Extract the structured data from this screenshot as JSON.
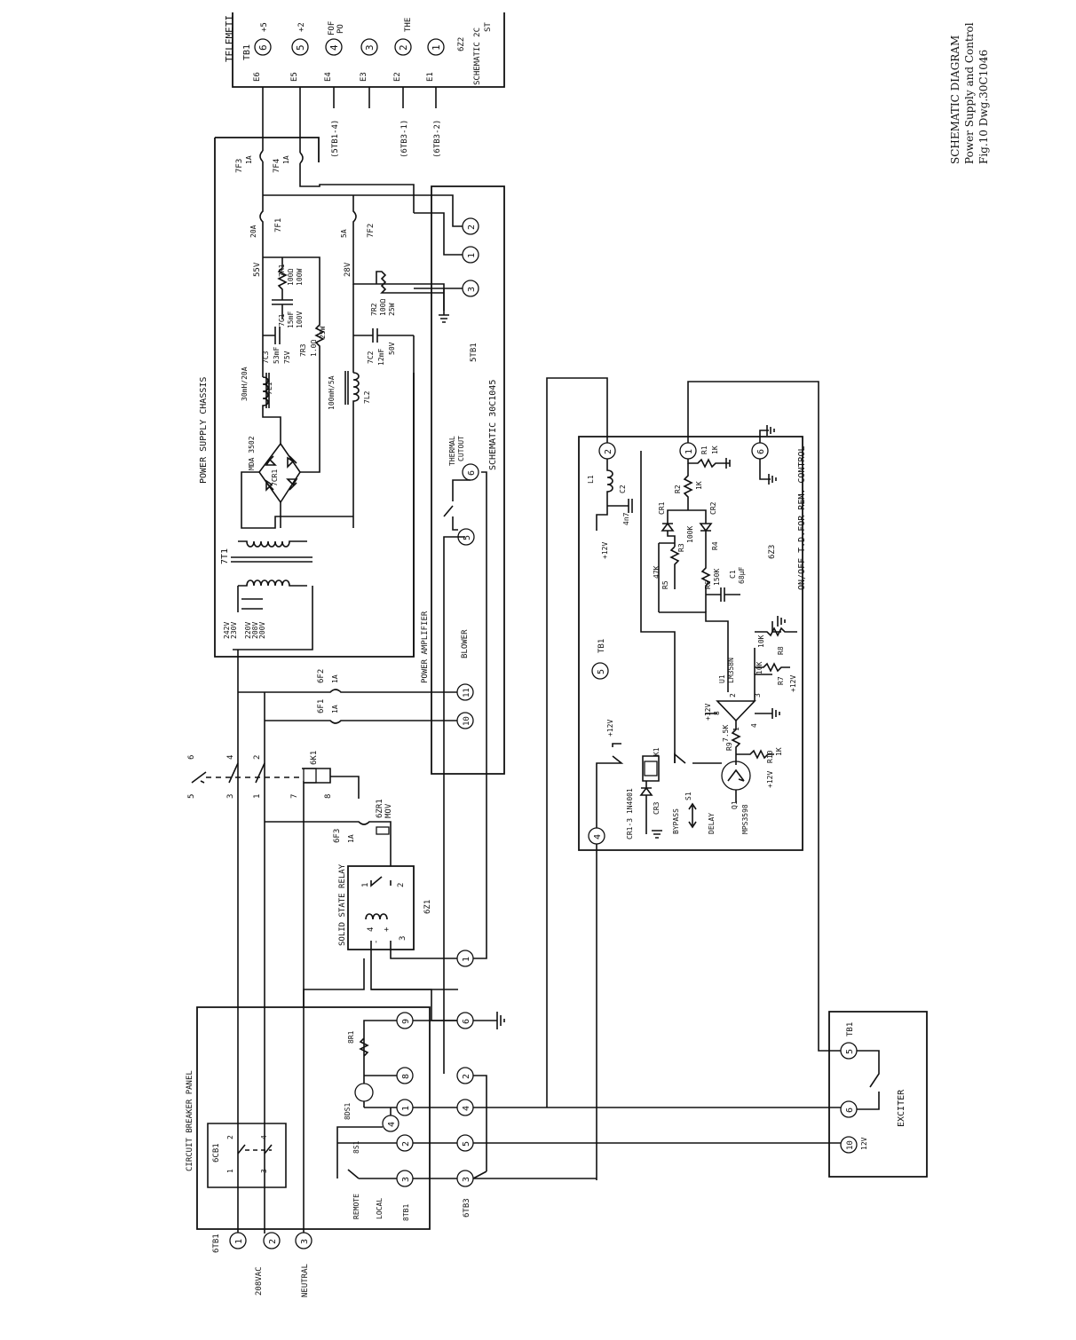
{
  "title_block": {
    "line1": "SCHEMATIC DIAGRAM",
    "line2": "Power Supply and Control",
    "line3": "Fig.10 Dwg.30C1046"
  },
  "telemetry": {
    "header": "TELEMETI",
    "tb": "TB1",
    "t6": "6",
    "v6": "+5",
    "t5": "5",
    "v5": "+2",
    "t4": "4",
    "v4a": "FOF",
    "v4b": "PO",
    "t3": "3",
    "t2": "2",
    "v2a": "THE",
    "v2b": "ST",
    "t1": "1",
    "part": "6Z2",
    "schem": "SCHEMATIC 2C",
    "e6": "E6",
    "e5": "E5",
    "e4": "E4",
    "e3": "E3",
    "e2": "E2",
    "e1": "E1",
    "ref_a": "(5TB1-4)",
    "ref_b": "(6TB3-1)",
    "ref_c": "(6TB3-2)"
  },
  "power_supply": {
    "title": "POWER SUPPLY CHASSIS",
    "f3": "7F3",
    "f3_rating": "1A",
    "f4": "7F4",
    "f4_rating": "1A",
    "f1": "7F1",
    "f1_rating": "20A",
    "f2": "7F2",
    "f2_rating": "5A",
    "v55": "55V",
    "v28": "28V",
    "r1": "7R1",
    "r1_a": "100Ω",
    "r1_b": "100W",
    "r2": "7R2",
    "r2_a": "100Ω",
    "r2_b": "25W",
    "r3": "7R3",
    "r3_a": "1.0Ω",
    "r3_b": "25W",
    "c1": "7C1",
    "c1_a": "15mF",
    "c1_b": "100V",
    "c3": "7C3",
    "c3_a": "53mF",
    "c3_b": "75V",
    "c2": "7C2",
    "c2_a": "12mF",
    "c2_b": "50V",
    "l1": "7L1",
    "l1_val": "30mH/20A",
    "l2": "7L2",
    "l2_val": "100mH/5A",
    "cr1": "7CR1",
    "cr1_part": "MDA 3502",
    "t1": "7T1",
    "tap1": "242V",
    "tap2": "230V",
    "tap3": "220V",
    "tap4": "208V",
    "tap5": "200V"
  },
  "power_amplifier": {
    "title": "POWER AMPLIFIER",
    "schem": "SCHEMATIC 30C1045",
    "tb": "5TB1",
    "thermal_a": "THERMAL",
    "thermal_b": "CUTOUT",
    "blower": "BLOWER",
    "t1": "1",
    "t2": "2",
    "t3": "3",
    "t5": "5",
    "t6": "6",
    "t10": "10",
    "t11": "11"
  },
  "fuses": {
    "f1": "6F1",
    "f1_rating": "1A",
    "f2": "6F2",
    "f2_rating": "1A",
    "f3": "6F3",
    "f3_rating": "1A"
  },
  "relay": {
    "k1": "6K1",
    "zr1": "6ZR1",
    "mov": "MOV",
    "ssr": "SOLID STATE RELAY",
    "z1": "6Z1",
    "p1": "1",
    "p2": "2",
    "p3": "3",
    "p4": "4",
    "plus": "+",
    "minus": "-",
    "s1": "1",
    "s2": "2",
    "s3": "3",
    "s4": "4",
    "s5": "5",
    "s6": "6",
    "s7": "7",
    "s8": "8"
  },
  "control_board": {
    "title": "ON/OFF T.D.FOR REM. CONTROL",
    "part": "6Z3",
    "tb": "TB1",
    "t1": "1",
    "t2": "2",
    "t4": "4",
    "t5": "5",
    "t6": "6",
    "l1": "L1",
    "c2": "C2",
    "c2_val": "4n7",
    "r1": "R1",
    "r1_val": "1K",
    "r2": "R2",
    "r2_val": "1K",
    "r3": "R3",
    "r3_val": "100K",
    "r4": "R4",
    "r5": "R5",
    "r5_val": "47K",
    "r6": "R6",
    "r6_val": "150K",
    "r7": "R7",
    "r8": "R8",
    "r8_val": "10K",
    "r7_val": "10K",
    "r9": "R9",
    "r9_val": "7.5K",
    "r10": "R10",
    "r10_val": "1K",
    "c1": "C1",
    "c1_val": "68µF",
    "cr1": "CR1",
    "cr2": "CR2",
    "cr3": "CR3",
    "u1": "U1",
    "u1_part": "LM358N",
    "k1": "K1",
    "q1": "Q1",
    "q1_part": "MPS3598",
    "diode_note": "CR1-3 1N4001",
    "s1": "S1",
    "bypass": "BYPASS",
    "delay": "DELAY",
    "p12": "+12V",
    "pin1": "1",
    "pin2": "2",
    "pin3": "3",
    "pin4": "4",
    "pin8": "8"
  },
  "breaker_panel": {
    "title": "CIRCUIT BREAKER PANEL",
    "cb1": "6CB1",
    "cb_p1": "1",
    "cb_p2": "2",
    "cb_p3": "3",
    "cb_p4": "4",
    "r1": "8R1",
    "ds1": "8DS1",
    "s1": "8S1",
    "remote": "REMOTE",
    "local": "LOCAL",
    "tb": "8TB1",
    "t1": "1",
    "t2": "2",
    "t3": "3",
    "t4": "4",
    "t8": "8",
    "t9": "9"
  },
  "tb3": {
    "label": "6TB3",
    "t1": "1",
    "t2": "2",
    "t3": "3",
    "t4": "4",
    "t5": "5",
    "t6": "6"
  },
  "mains": {
    "tb": "6TB1",
    "t1": "1",
    "t2": "2",
    "t3": "3",
    "vac": "208VAC",
    "neutral": "NEUTRAL",
    "sw5": "5",
    "sw6": "6",
    "sw3": "3",
    "sw4": "4",
    "sw1": "1",
    "sw2": "2"
  },
  "exciter": {
    "title": "EXCITER",
    "tb": "TB1",
    "t5": "5",
    "t6": "6",
    "t10": "10",
    "v12": "12V"
  }
}
